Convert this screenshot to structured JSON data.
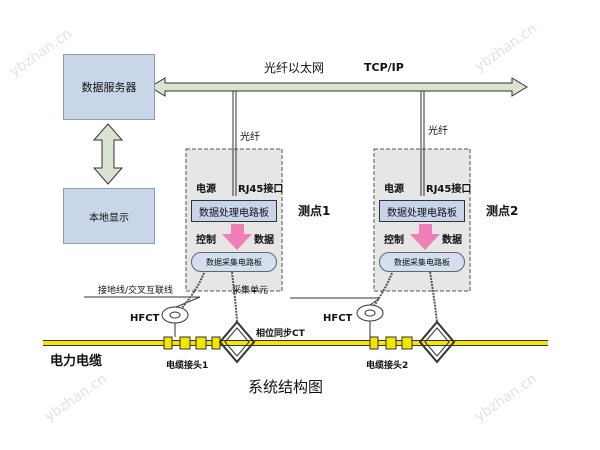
{
  "title": "系统结构图",
  "network": {
    "fiber_ethernet": "光纤以太网",
    "protocol": "TCP/IP"
  },
  "server": {
    "label": "数据服务器"
  },
  "local_display": {
    "label": "本地显示"
  },
  "fiber_label": "光纤",
  "stations": [
    {
      "name": "测点1",
      "power": "电源",
      "rj45": "RJ45接口",
      "dp_board": "数据处理电路板",
      "control": "控制",
      "data": "数据",
      "dc_board": "数据采集电路板"
    },
    {
      "name": "测点2",
      "power": "电源",
      "rj45": "RJ45接口",
      "dp_board": "数据处理电路板",
      "control": "控制",
      "data": "数据",
      "dc_board": "数据采集电路板"
    }
  ],
  "labels": {
    "ground_wire": "接地线/交叉互联线",
    "acquisition_unit": "采集单元",
    "hfct1": "HFCT",
    "hfct2": "HFCT",
    "phase_sync_ct": "相位同步CT",
    "power_cable": "电力电缆",
    "joint1": "电缆接头1",
    "joint2": "电缆接头2"
  },
  "colors": {
    "bus": "#d9e3cf",
    "box_fill": "#c9d6e8",
    "cable": "#f5e600",
    "arrow_pink": "#ef7fb6"
  },
  "watermark": "ybzhan.cn"
}
